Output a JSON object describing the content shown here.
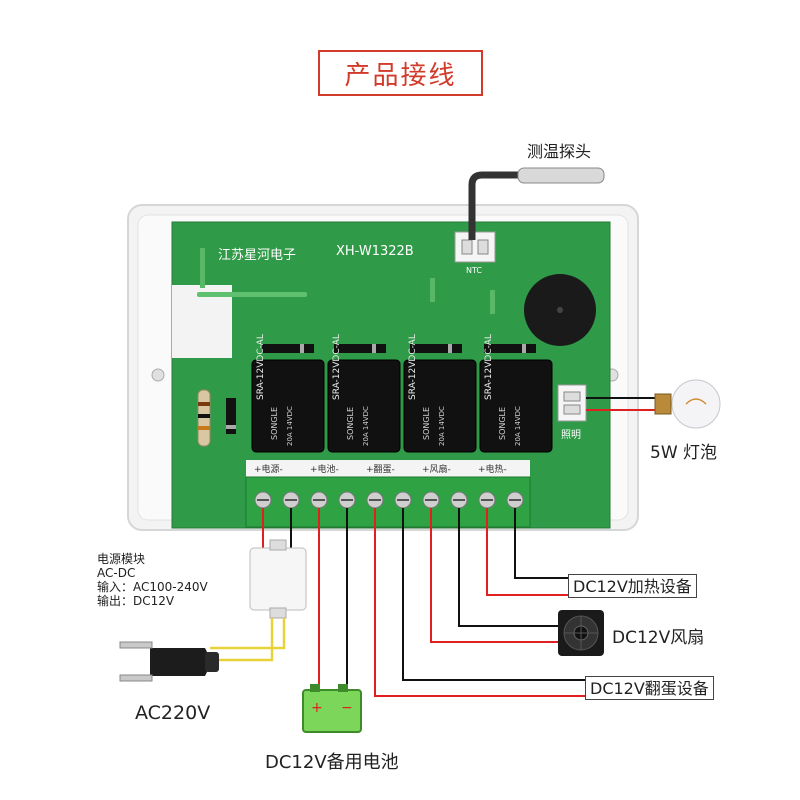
{
  "header": {
    "title": "产品接线"
  },
  "board": {
    "brand": "江苏星河电子",
    "model": "XH-W1322B",
    "ntc_label": "NTC",
    "light_label": "照明",
    "relay_text": "SRA-12VDC-AL",
    "relay_brand": "SONGLE",
    "relay_rating": "20A 14VDC",
    "terminal_labels": [
      "+电源-",
      "+电池-",
      "+翻蛋-",
      "+风扇-",
      "+电热-"
    ]
  },
  "probe": {
    "label": "测温探头"
  },
  "bulb": {
    "label": "5W 灯泡"
  },
  "power_module": {
    "lines": [
      "电源模块",
      "AC-DC",
      "输入：AC100-240V",
      "输出：DC12V"
    ]
  },
  "plug": {
    "label": "AC220V"
  },
  "battery": {
    "label": "DC12V备用电池",
    "plus": "+",
    "minus": "−"
  },
  "devices": {
    "heater": "DC12V加热设备",
    "fan": "DC12V风扇",
    "egg_turner": "DC12V翻蛋设备"
  },
  "colors": {
    "accent": "#d23a2a",
    "pcb": "#2f9a47",
    "terminal": "#2fa344",
    "wire_red": "#e02020",
    "wire_black": "#111111",
    "wire_yellow": "#e8d23a",
    "battery": "#7bd65a"
  }
}
